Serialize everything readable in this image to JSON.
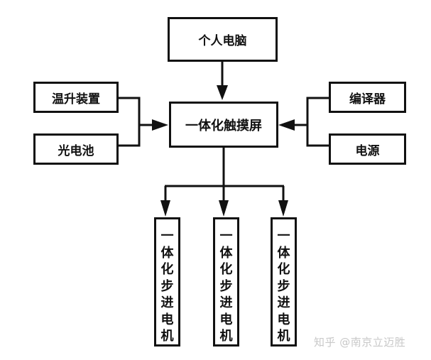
{
  "diagram": {
    "nodes": {
      "pc": "个人电脑",
      "touchscreen": "一体化触摸屏",
      "temp_device": "温升装置",
      "photocell": "光电池",
      "encoder": "编译器",
      "power": "电源",
      "motors": [
        [
          "一",
          "体",
          "化",
          "步",
          "进",
          "电",
          "机"
        ],
        [
          "一",
          "体",
          "化",
          "步",
          "进",
          "电",
          "机"
        ],
        [
          "一",
          "体",
          "化",
          "步",
          "进",
          "电",
          "机"
        ]
      ]
    },
    "edges": [
      {
        "from": "个人电脑",
        "to": "一体化触摸屏"
      },
      {
        "from": "温升装置",
        "to": "一体化触摸屏"
      },
      {
        "from": "光电池",
        "to": "一体化触摸屏"
      },
      {
        "from": "编译器",
        "to": "一体化触摸屏"
      },
      {
        "from": "电源",
        "to": "一体化触摸屏"
      },
      {
        "from": "一体化触摸屏",
        "to": "一体化步进电机 1"
      },
      {
        "from": "一体化触摸屏",
        "to": "一体化步进电机 2"
      },
      {
        "from": "一体化触摸屏",
        "to": "一体化步进电机 3"
      }
    ],
    "colors": {
      "line": "#111111",
      "watermark": "#c8c8c8"
    }
  },
  "watermark": "知乎 @南京立迈胜"
}
